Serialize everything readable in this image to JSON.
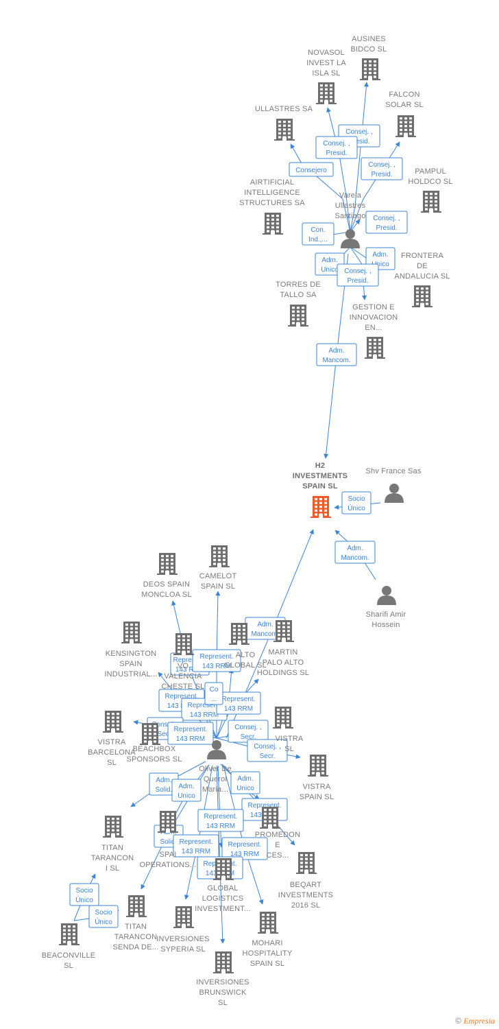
{
  "colors": {
    "building": "#6e6e6e",
    "main_building": "#f05a28",
    "person": "#777777",
    "edge": "#3b84d6"
  },
  "nodes": [
    {
      "id": "ausines",
      "type": "company",
      "lines": [
        "AUSINES",
        "BIDCO  SL"
      ]
    },
    {
      "id": "novasol",
      "type": "company",
      "lines": [
        "NOVASOL",
        "INVEST LA",
        "ISLA SL"
      ]
    },
    {
      "id": "falcon",
      "type": "company",
      "lines": [
        "FALCON",
        "SOLAR  SL"
      ]
    },
    {
      "id": "ullastres",
      "type": "company",
      "lines": [
        "ULLASTRES SA"
      ]
    },
    {
      "id": "pampul",
      "type": "company",
      "lines": [
        "PAMPUL",
        "HOLDCO  SL"
      ]
    },
    {
      "id": "airtificial",
      "type": "company",
      "lines": [
        "AIRTIFICIAL",
        "INTELLIGENCE",
        "STRUCTURES SA"
      ]
    },
    {
      "id": "varela",
      "type": "person",
      "lines": [
        "Varela",
        "Ullastres",
        "Santiago"
      ]
    },
    {
      "id": "frontera",
      "type": "company",
      "lines": [
        "FRONTERA",
        "DE",
        "ANDALUCIA SL"
      ]
    },
    {
      "id": "torres",
      "type": "company",
      "lines": [
        "TORRES DE",
        "TALLO SA"
      ]
    },
    {
      "id": "gestion",
      "type": "company",
      "lines": [
        "GESTION E",
        "INNOVACION",
        "EN..."
      ]
    },
    {
      "id": "h2",
      "type": "main",
      "lines": [
        "H2",
        "INVESTMENTS",
        "SPAIN  SL"
      ]
    },
    {
      "id": "shv",
      "type": "person",
      "lines": [
        "Shv France Sas"
      ]
    },
    {
      "id": "sharifi",
      "type": "person",
      "lines": [
        "Sharifi Amir",
        "Hossein"
      ]
    },
    {
      "id": "deos",
      "type": "company",
      "lines": [
        "DEOS SPAIN",
        "MONCLOA  SL"
      ]
    },
    {
      "id": "camelot",
      "type": "company",
      "lines": [
        "CAMELOT",
        "SPAIN  SL"
      ]
    },
    {
      "id": "kensington",
      "type": "company",
      "lines": [
        "KENSINGTON",
        "SPAIN",
        "INDUSTRIAL..."
      ]
    },
    {
      "id": "valencia",
      "type": "company",
      "lines": [
        "VO",
        "VALENCIA",
        "CHESTE  SL"
      ]
    },
    {
      "id": "paloalto",
      "type": "company",
      "lines": [
        "ALTO",
        "GLOBAL  SL"
      ]
    },
    {
      "id": "martin",
      "type": "company",
      "lines": [
        "MARTIN",
        "PALO ALTO",
        "HOLDINGS  SL"
      ]
    },
    {
      "id": "vistrabcn",
      "type": "company",
      "lines": [
        "VISTRA",
        "BARCELONA",
        "SL"
      ]
    },
    {
      "id": "beachbox",
      "type": "company",
      "lines": [
        "BEACHBOX",
        "SPONSORS  SL"
      ]
    },
    {
      "id": "vistra2",
      "type": "company",
      "lines": [
        "VISTRA",
        "SL"
      ]
    },
    {
      "id": "oliver",
      "type": "person",
      "lines": [
        "Oliver De",
        "Querol",
        "Maria..."
      ]
    },
    {
      "id": "vistraspain",
      "type": "company",
      "lines": [
        "VISTRA",
        "SPAIN SL"
      ]
    },
    {
      "id": "titan1",
      "type": "company",
      "lines": [
        "TITAN",
        "TARANCON",
        "I  SL"
      ]
    },
    {
      "id": "operations",
      "type": "company",
      "lines": [
        "SPAI",
        "OPERATIONS..."
      ]
    },
    {
      "id": "promedon",
      "type": "company",
      "lines": [
        "PROMEDON",
        "E",
        "CES..."
      ]
    },
    {
      "id": "beqart",
      "type": "company",
      "lines": [
        "BEQART",
        "INVESTMENTS",
        "2016  SL"
      ]
    },
    {
      "id": "global",
      "type": "company",
      "lines": [
        "GLOBAL",
        "LOGISTICS",
        "INVESTMENT..."
      ]
    },
    {
      "id": "titansenda",
      "type": "company",
      "lines": [
        "TITAN",
        "TARANCON",
        "SENDA DE..."
      ]
    },
    {
      "id": "syperia",
      "type": "company",
      "lines": [
        "INVERSIONES",
        "SYPERIA  SL"
      ]
    },
    {
      "id": "mohari",
      "type": "company",
      "lines": [
        "MOHARI",
        "HOSPITALITY",
        "SPAIN  SL"
      ]
    },
    {
      "id": "beaconville",
      "type": "company",
      "lines": [
        "BEACONVILLE",
        "SL"
      ]
    },
    {
      "id": "brunswick",
      "type": "company",
      "lines": [
        "INVERSIONES",
        "BRUNSWICK",
        "SL"
      ]
    }
  ],
  "edges": [
    {
      "id": "e-ausines",
      "from": "varela",
      "to": "ausines",
      "lines": [
        "Consej. ,",
        "Presid."
      ]
    },
    {
      "id": "e-novasol",
      "from": "varela",
      "to": "novasol",
      "lines": [
        "Consej. ,",
        "Presid."
      ]
    },
    {
      "id": "e-falcon",
      "from": "varela",
      "to": "falcon",
      "lines": [
        "Consej. ,",
        "Presid."
      ]
    },
    {
      "id": "e-ullastres",
      "from": "varela",
      "to": "ullastres",
      "lines": [
        "Consejero"
      ]
    },
    {
      "id": "e-pampul",
      "from": "varela",
      "to": "pampul",
      "lines": [
        "Consej. ,",
        "Presid."
      ]
    },
    {
      "id": "e-airtificial",
      "from": "varela",
      "to": "airtificial",
      "lines": [
        "Con.",
        "Ind.,..."
      ]
    },
    {
      "id": "e-torres",
      "from": "varela",
      "to": "torres",
      "lines": [
        "Adm.",
        "Unico"
      ]
    },
    {
      "id": "e-frontera",
      "from": "varela",
      "to": "frontera",
      "lines": [
        "Adm.",
        "Unico"
      ]
    },
    {
      "id": "e-gestion",
      "from": "varela",
      "to": "gestion",
      "lines": [
        "Consej. ,",
        "Presid."
      ]
    },
    {
      "id": "e-h2-varela",
      "from": "varela",
      "to": "h2",
      "lines": [
        "Adm.",
        "Mancom."
      ]
    },
    {
      "id": "e-h2-shv",
      "from": "shv",
      "to": "h2",
      "lines": [
        "Socio",
        "Único"
      ]
    },
    {
      "id": "e-h2-sharifi",
      "from": "sharifi",
      "to": "h2",
      "lines": [
        "Adm.",
        "Mancom."
      ]
    },
    {
      "id": "e-h2-oliver",
      "from": "oliver",
      "to": "h2",
      "lines": [
        "Adm.",
        "Mancom."
      ]
    },
    {
      "id": "e-deos",
      "from": "oliver",
      "to": "deos",
      "lines": [
        "Represent.",
        "143 RRM"
      ]
    },
    {
      "id": "e-camelot",
      "from": "oliver",
      "to": "camelot",
      "lines": [
        "Represent.",
        "143 RRM"
      ]
    },
    {
      "id": "e-kens",
      "from": "oliver",
      "to": "kensington",
      "lines": [
        "Represent.",
        "143 RRM"
      ]
    },
    {
      "id": "e-valencia",
      "from": "oliver",
      "to": "valencia",
      "lines": [
        "Represent.",
        "143 RRM"
      ]
    },
    {
      "id": "e-paloalto",
      "from": "oliver",
      "to": "paloalto",
      "lines": [
        "Represent.",
        "143 RRM"
      ]
    },
    {
      "id": "e-martin",
      "from": "oliver",
      "to": "martin",
      "lines": [
        "Co",
        "..."
      ]
    },
    {
      "id": "e-vistrabcn",
      "from": "oliver",
      "to": "vistrabcn",
      "lines": [
        "Consej. ,",
        "Secr."
      ]
    },
    {
      "id": "e-beachbox",
      "from": "oliver",
      "to": "beachbox",
      "lines": [
        "Represent.",
        "143 RRM"
      ]
    },
    {
      "id": "e-vistra2",
      "from": "oliver",
      "to": "vistra2",
      "lines": [
        "Consej. ,",
        "Secr."
      ]
    },
    {
      "id": "e-vistraspain",
      "from": "oliver",
      "to": "vistraspain",
      "lines": [
        "Consej. ,",
        "Secr."
      ]
    },
    {
      "id": "e-titan1",
      "from": "oliver",
      "to": "titan1",
      "lines": [
        "Adm.",
        "Solid."
      ]
    },
    {
      "id": "e-operations",
      "from": "oliver",
      "to": "operations",
      "lines": [
        "Adm.",
        "Unico"
      ]
    },
    {
      "id": "e-promedon",
      "from": "oliver",
      "to": "promedon",
      "lines": [
        "Adm.",
        "Unico"
      ]
    },
    {
      "id": "e-beqart",
      "from": "oliver",
      "to": "beqart",
      "lines": [
        "Represent.",
        "143 RRM"
      ]
    },
    {
      "id": "e-global",
      "from": "oliver",
      "to": "global",
      "lines": [
        "Represent.",
        "143 RRM"
      ]
    },
    {
      "id": "e-titansenda",
      "from": "oliver",
      "to": "titansenda",
      "lines": [
        "Adm.",
        "Solid."
      ]
    },
    {
      "id": "e-syperia",
      "from": "oliver",
      "to": "syperia",
      "lines": [
        "Represent.",
        "143 RRM"
      ]
    },
    {
      "id": "e-mohari",
      "from": "oliver",
      "to": "mohari",
      "lines": [
        "Represent.",
        "143 RRM"
      ]
    },
    {
      "id": "e-brunswick",
      "from": "oliver",
      "to": "brunswick",
      "lines": [
        "Represent.",
        "143 RRM"
      ]
    },
    {
      "id": "e-beacon-titan1",
      "from": "beaconville",
      "to": "titan1",
      "lines": [
        "Socio",
        "Único"
      ]
    },
    {
      "id": "e-beacon-senda",
      "from": "beaconville",
      "to": "titansenda",
      "lines": [
        "Socio",
        "Único"
      ]
    }
  ],
  "footer": {
    "copyright": "©",
    "brand_initial": "E",
    "brand_rest": "mpresia"
  }
}
